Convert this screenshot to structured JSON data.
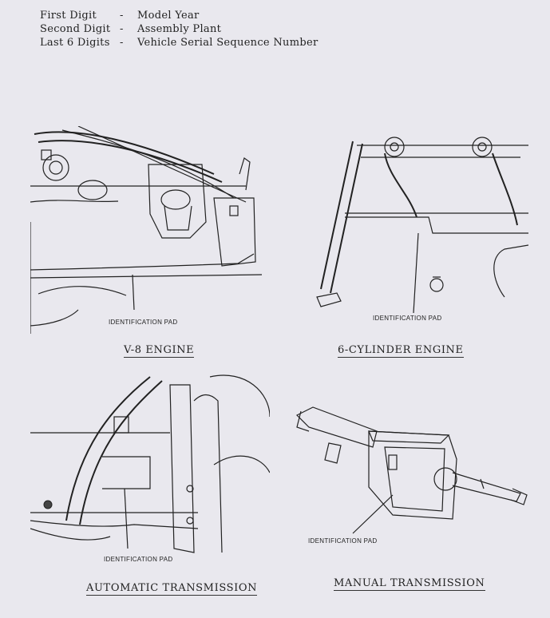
{
  "legend": [
    {
      "label": "First Digit",
      "dash": "-",
      "meaning": "Model Year"
    },
    {
      "label": "Second Digit",
      "dash": "-",
      "meaning": "Assembly Plant"
    },
    {
      "label": "Last 6 Digits",
      "dash": "-",
      "meaning": "Vehicle Serial Sequence Number"
    }
  ],
  "panels": {
    "v8": {
      "caption": "V-8 ENGINE",
      "pad_label": "IDENTIFICATION PAD"
    },
    "six": {
      "caption": "6-CYLINDER ENGINE",
      "pad_label": "IDENTIFICATION PAD"
    },
    "auto": {
      "caption": "AUTOMATIC TRANSMISSION",
      "pad_label": "IDENTIFICATION PAD"
    },
    "manual": {
      "caption": "MANUAL TRANSMISSION",
      "pad_label": "IDENTIFICATION PAD"
    }
  }
}
